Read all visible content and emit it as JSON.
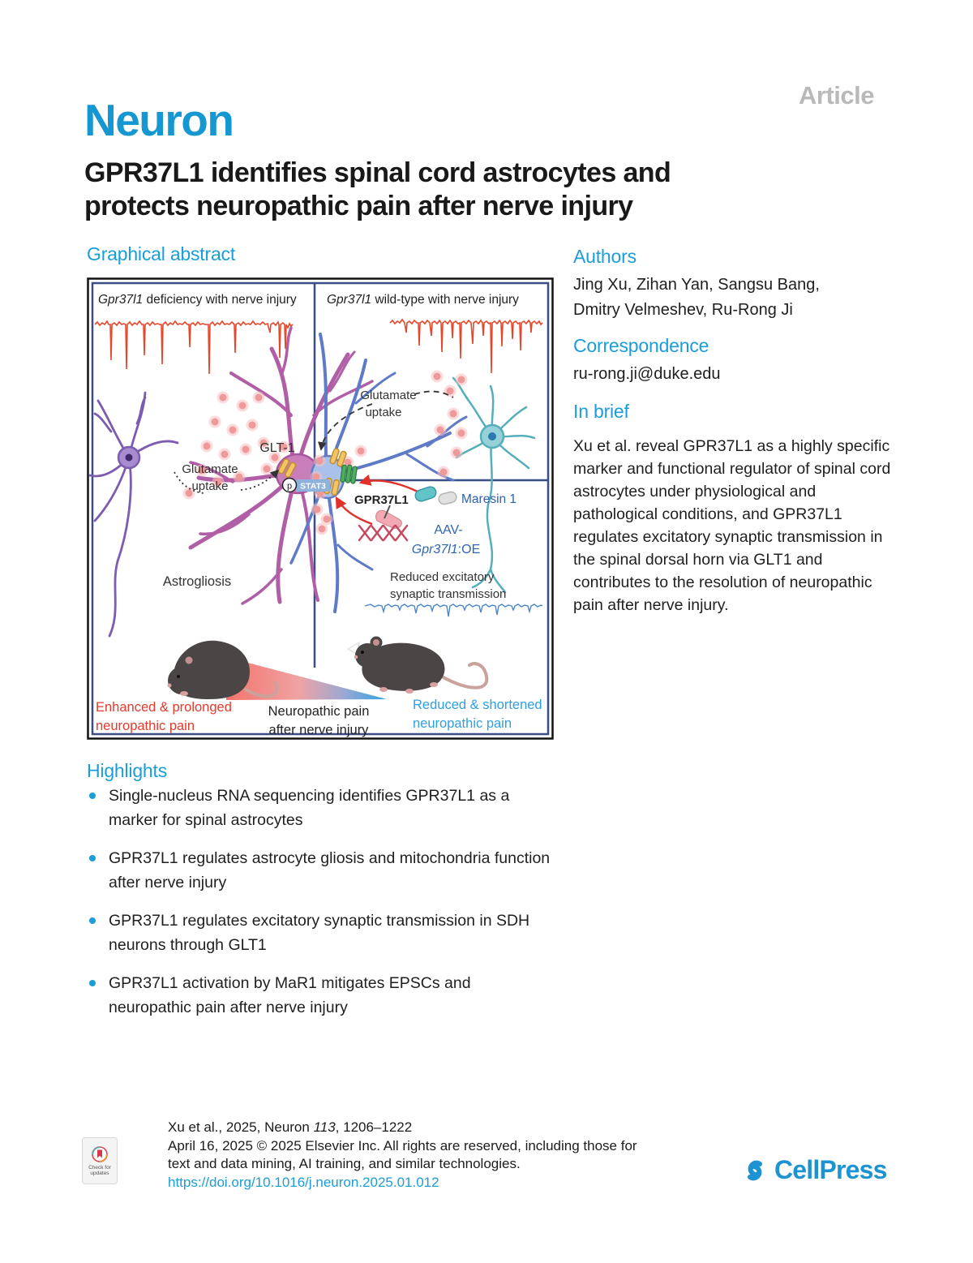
{
  "header": {
    "journal": "Neuron",
    "article_type": "Article"
  },
  "title": {
    "line1": "GPR37L1 identifies spinal cord astrocytes and",
    "line2": "protects neuropathic pain after nerve injury"
  },
  "headings": {
    "graphical_abstract": "Graphical abstract",
    "authors": "Authors",
    "correspondence": "Correspondence",
    "in_brief": "In brief",
    "highlights": "Highlights"
  },
  "authors": {
    "line1": "Jing Xu, Zihan Yan, Sangsu Bang,",
    "line2": "Dmitry Velmeshev, Ru-Rong Ji"
  },
  "correspondence": {
    "email": "ru-rong.ji@duke.edu"
  },
  "in_brief": "Xu et al. reveal GPR37L1 as a highly specific marker and functional regulator of spinal cord astrocytes under physiological and pathological conditions, and GPR37L1 regulates excitatory synaptic transmission in the spinal dorsal horn via GLT1 and contributes to the resolution of neuropathic pain after nerve injury.",
  "highlights": [
    "Single-nucleus RNA sequencing identifies GPR37L1 as a marker for spinal astrocytes",
    "GPR37L1 regulates astrocyte gliosis and mitochondria function after nerve injury",
    "GPR37L1 regulates excitatory synaptic transmission in SDH neurons through GLT1",
    "GPR37L1 activation by MaR1 mitigates EPSCs and neuropathic pain after nerve injury"
  ],
  "figure": {
    "panel_left": {
      "gene": "Gpr37l1",
      "title_rest": " deficiency with nerve injury",
      "glutamate_line1": "Glutamate",
      "glutamate_line2": "uptake",
      "glt1": "GLT-1",
      "pstat3_p": "p",
      "pstat3": "STAT3",
      "astrogliosis": "Astrogliosis"
    },
    "panel_right": {
      "gene": "Gpr37l1",
      "title_rest": " wild-type with nerve injury",
      "glutamate_line1": "Glutamate",
      "glutamate_line2": "uptake",
      "gpr37l1": "GPR37L1",
      "maresin": "Maresin 1",
      "aav_line1": "AAV-",
      "aav_gene": "Gpr37l1",
      "aav_suffix": ":OE",
      "reduced_line1": "Reduced excitatory",
      "reduced_line2": "synaptic transmission"
    },
    "bottom": {
      "red_line1": "Enhanced & prolonged",
      "red_line2": "neuropathic pain",
      "center_line1": "Neuropathic pain",
      "center_line2": "after nerve injury",
      "blue_line1": "Reduced & shortened",
      "blue_line2": "neuropathic pain"
    }
  },
  "footer": {
    "citation_prefix": "Xu et al., 2025, Neuron ",
    "citation_volume": "113",
    "citation_pages": ", 1206–1222",
    "line2": "April 16, 2025 © 2025 Elsevier Inc. All rights are reserved, including those for",
    "line3": "text and data mining, AI training, and similar technologies.",
    "doi": "https://doi.org/10.1016/j.neuron.2025.01.012",
    "badge_line1": "Check for",
    "badge_line2": "updates",
    "publisher": "CellPress"
  },
  "colors": {
    "brand_blue": "#1598d2",
    "heading_blue": "#1b9dd9",
    "article_gray": "#b9b9b9",
    "figure_border_blue": "#3a4d86",
    "trace_red": "#e5472a",
    "red_text": "#e53a2c",
    "blue_text": "#2e9fe2",
    "maresin_blue": "#2f5fb0"
  }
}
